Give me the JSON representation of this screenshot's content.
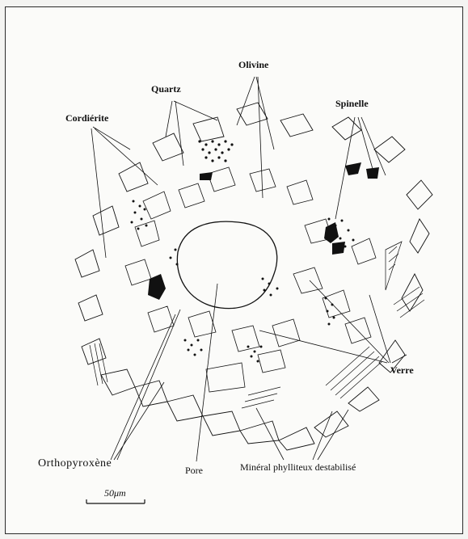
{
  "labels": {
    "olivine": "Olivine",
    "quartz": "Quartz",
    "spinelle": "Spinelle",
    "cordierite": "Cordiérite",
    "verre": "Verre",
    "orthopyroxene": "Orthopyroxène",
    "pore": "Pore",
    "mineral_phylliteux": "Minéral phylliteux destabilisé"
  },
  "scale_bar": {
    "label": "50μm"
  }
}
